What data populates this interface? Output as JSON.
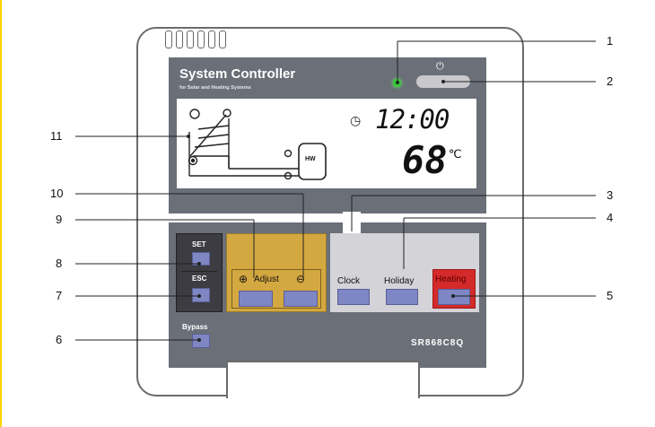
{
  "device": {
    "title": "System Controller",
    "subtitle": "for Solar and Heating Systems",
    "time": "12:00",
    "temperature": "68",
    "temperature_unit": "℃",
    "tank_label": "HW",
    "model": "SR868C8Q"
  },
  "buttons": {
    "set": "SET",
    "esc": "ESC",
    "bypass": "Bypass",
    "adjust": "Adjust",
    "clock": "Clock",
    "holiday": "Holiday",
    "heating": "Heating"
  },
  "callouts": [
    "1",
    "2",
    "3",
    "4",
    "5",
    "6",
    "7",
    "8",
    "9",
    "10",
    "11"
  ],
  "colors": {
    "panel": "#6a6f78",
    "led": "#33cc33",
    "adjust_group": "#d4a840",
    "heating": "#d42a2a",
    "button": "#7f86c4"
  },
  "icons": [
    "power-icon",
    "clock-icon",
    "plus-icon",
    "minus-icon",
    "solar-collector-icon",
    "pump-icon"
  ]
}
